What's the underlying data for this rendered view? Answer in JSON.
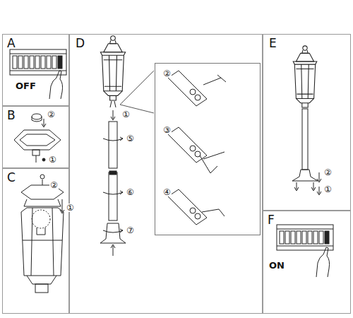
{
  "diagram": {
    "nodes": [
      {
        "text": [
          "A",
          "OFF"
        ]
      },
      {
        "text": [
          "B"
        ]
      },
      {
        "text": [
          "C"
        ]
      },
      {
        "text": [
          "D"
        ]
      },
      {
        "text": [
          "②",
          "③",
          "④"
        ],
        "in": 3
      },
      {
        "text": [
          "E"
        ]
      },
      {
        "text": [
          "F",
          "ON"
        ]
      }
    ],
    "labels": [
      "②",
      "①",
      "②",
      "①",
      "①",
      "⑤",
      "⑥",
      "⑦",
      "②",
      "①"
    ]
  }
}
